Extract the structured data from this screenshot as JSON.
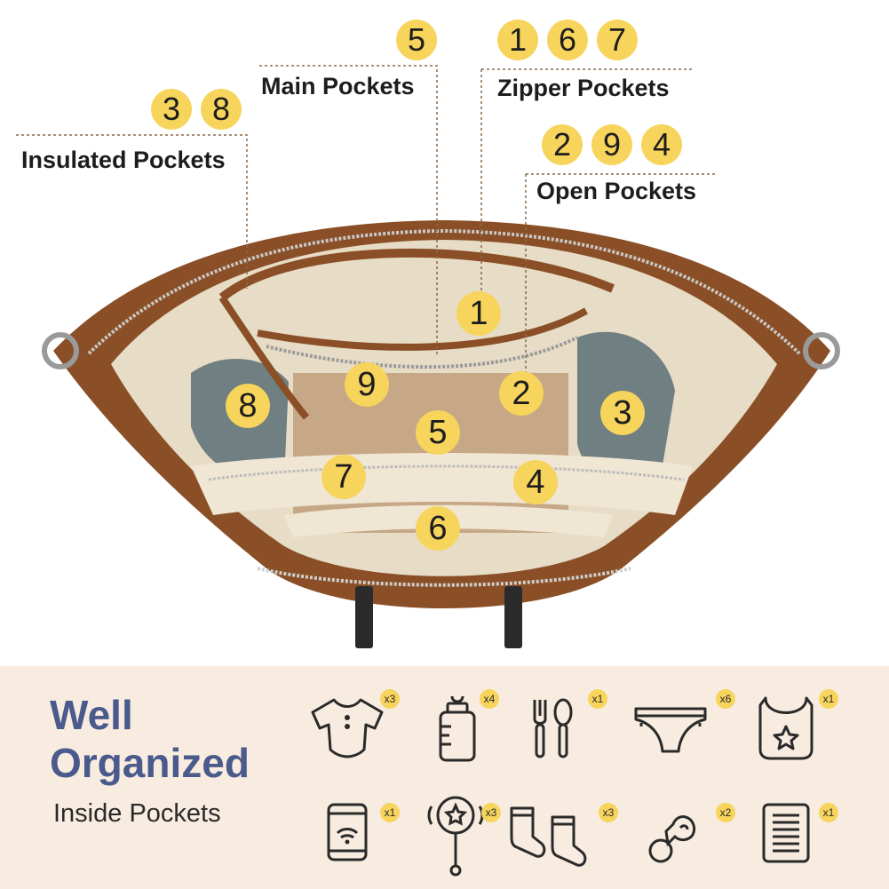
{
  "callouts": {
    "main": {
      "title": "Main Pockets",
      "numbers": [
        "5"
      ]
    },
    "zipper": {
      "title": "Zipper Pockets",
      "numbers": [
        "1",
        "6",
        "7"
      ]
    },
    "insulated": {
      "title": "Insulated Pockets",
      "numbers": [
        "3",
        "8"
      ]
    },
    "open": {
      "title": "Open Pockets",
      "numbers": [
        "2",
        "9",
        "4"
      ]
    }
  },
  "bag_badges": [
    "1",
    "9",
    "2",
    "8",
    "3",
    "5",
    "7",
    "4",
    "6"
  ],
  "panel": {
    "heading_line1": "Well",
    "heading_line2": "Organized",
    "subheading": "Inside Pockets"
  },
  "items": [
    {
      "icon": "onesie-icon",
      "qty": "x3"
    },
    {
      "icon": "baby-bottle-icon",
      "qty": "x4"
    },
    {
      "icon": "utensils-icon",
      "qty": "x1"
    },
    {
      "icon": "diaper-icon",
      "qty": "x6"
    },
    {
      "icon": "bib-icon",
      "qty": "x1"
    },
    {
      "icon": "phone-icon",
      "qty": "x1"
    },
    {
      "icon": "rattle-icon",
      "qty": "x3"
    },
    {
      "icon": "socks-icon",
      "qty": "x3"
    },
    {
      "icon": "pacifier-icon",
      "qty": "x2"
    },
    {
      "icon": "ebook-icon",
      "qty": "x1"
    }
  ],
  "colors": {
    "badge": "#f7d45c",
    "heading": "#4a5a8c",
    "panel_bg": "#f8ece0",
    "leather": "#8a4f26",
    "lining": "#e7dcc6"
  }
}
